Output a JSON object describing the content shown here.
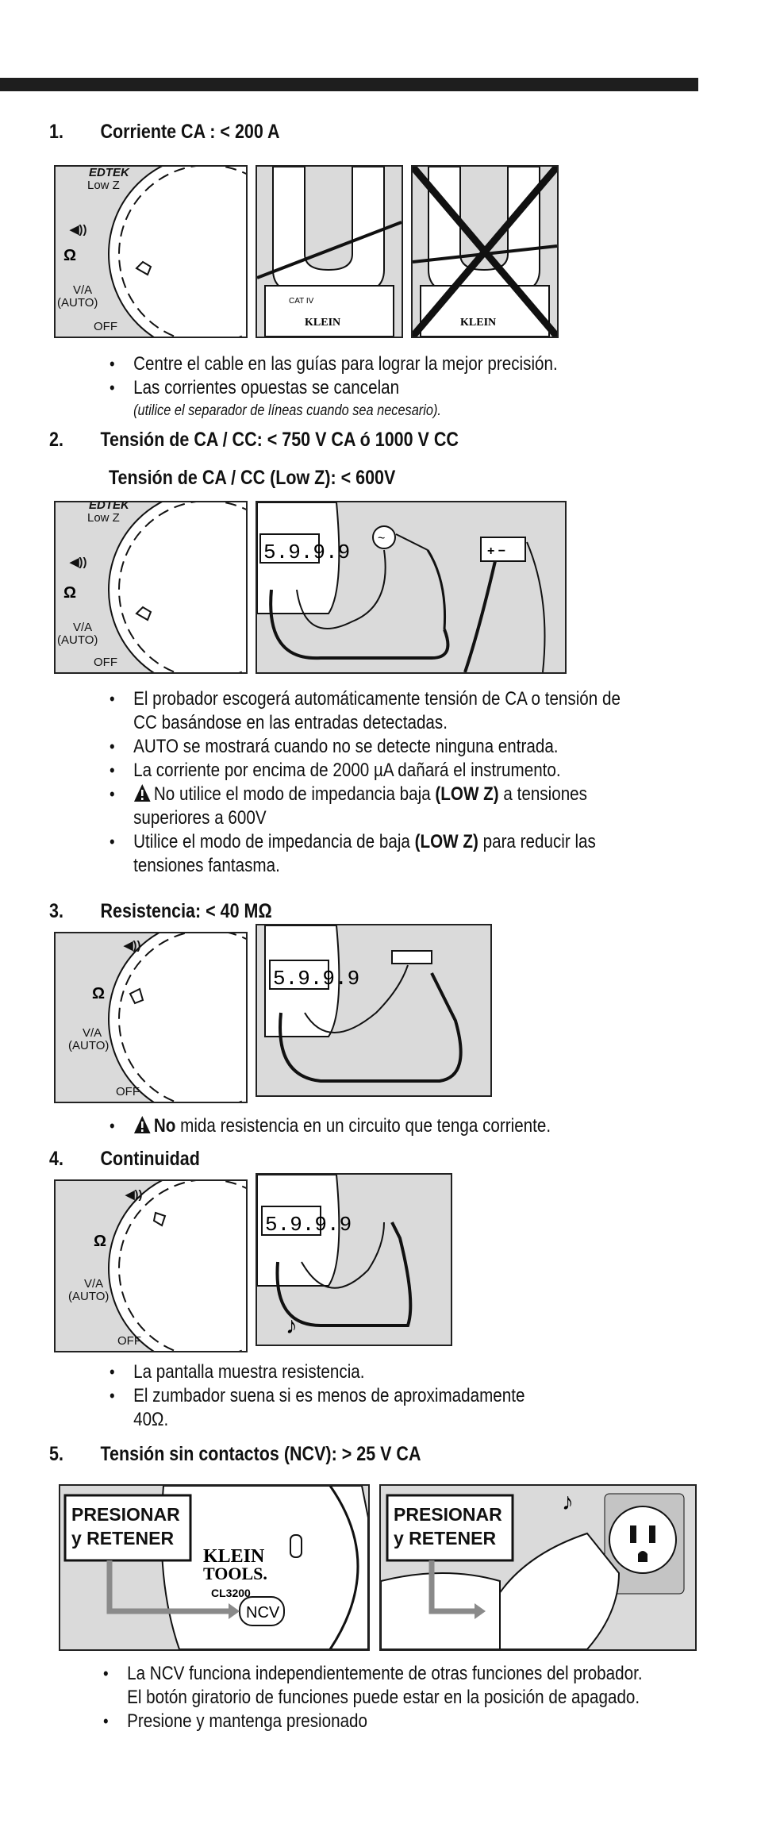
{
  "sections": [
    {
      "number": "1.",
      "title": "Corriente CA : < 200 A",
      "bullets": [
        "Centre el cable en las guías para lograr la mejor precisión.",
        "Las corrientes opuestas se cancelan"
      ],
      "note": "(utilice el separador de líneas cuando sea necesario)."
    },
    {
      "number": "2.",
      "title": "Tensión de CA / CC: < 750 V CA ó 1000 V CC",
      "subtitle": "Tensión de CA / CC (Low Z): < 600V",
      "bullets": [
        "El probador escogerá automáticamente tensión de CA o tensión de CC basándose en las entradas detectadas.",
        "AUTO se mostrará cuando no se detecte ninguna entrada.",
        "La corriente por encima de 2000 µA dañará el instrumento."
      ],
      "bullet4_pre": "No utilice el modo de impedancia baja ",
      "bullet4_bold": "(LOW Z)",
      "bullet4_post": " a tensiones superiores a 600V",
      "bullet5_pre": "Utilice el modo de impedancia de baja ",
      "bullet5_bold": "(LOW Z)",
      "bullet5_post": " para reducir las tensiones fantasma."
    },
    {
      "number": "3.",
      "title": "Resistencia: < 40 MΩ",
      "bullet_bold": "No",
      "bullet_post": " mida resistencia en un circuito que tenga corriente."
    },
    {
      "number": "4.",
      "title": "Continuidad",
      "bullets": [
        "La pantalla muestra resistencia.",
        "El zumbador suena si es menos de aproximadamente 40Ω."
      ]
    },
    {
      "number": "5.",
      "title": "Tensión sin contactos (NCV): > 25 V CA",
      "bullets": [
        "La NCV funciona independientemente de otras funciones del probador. El botón giratorio de funciones puede estar en la posición de apagado.",
        "Presione y mantenga presionado"
      ]
    }
  ],
  "dial": {
    "edtek": "EDTEK",
    "lowz": "Low Z",
    "ohm": "Ω",
    "va": "V/A",
    "auto": "(AUTO)",
    "off": "OFF"
  },
  "figure_text": {
    "display": "5.9.9.9",
    "brand1": "KLEIN",
    "brand2": "TOOLS.",
    "model": "CL3200",
    "ncv": "NCV",
    "press1": "PRESIONAR",
    "press2": "y RETENER",
    "cat": "CAT IV"
  },
  "colors": {
    "bar": "#1e1e1e",
    "figure_bg": "#dadada",
    "arrow": "#8a8a8a"
  }
}
